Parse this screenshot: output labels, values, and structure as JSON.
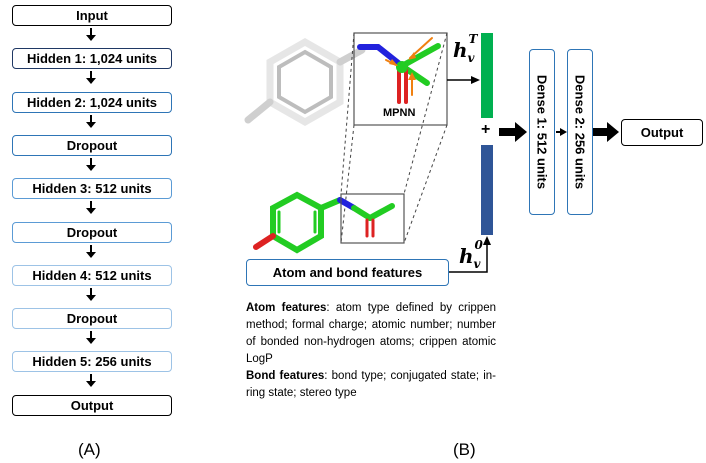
{
  "panel_a": {
    "label": "(A)",
    "layers": [
      {
        "label": "Input",
        "style": "b0"
      },
      {
        "label": "Hidden 1: 1,024 units",
        "style": "b1"
      },
      {
        "label": "Hidden 2: 1,024 units",
        "style": "b2"
      },
      {
        "label": "Dropout",
        "style": "b2"
      },
      {
        "label": "Hidden 3: 512 units",
        "style": "b3"
      },
      {
        "label": "Dropout",
        "style": "b3"
      },
      {
        "label": "Hidden 4: 512 units",
        "style": "b4"
      },
      {
        "label": "Dropout",
        "style": "b4"
      },
      {
        "label": "Hidden 5: 256 units",
        "style": "b4"
      },
      {
        "label": "Output",
        "style": "b0"
      }
    ]
  },
  "panel_b": {
    "label": "(B)",
    "mpnn_label": "MPNN",
    "ht_base": "h",
    "ht_sub": "v",
    "ht_sup": "T",
    "h0_base": "h",
    "h0_sub": "v",
    "h0_sup": "0",
    "plus": "+",
    "atom_bond_box": "Atom and bond features",
    "dense1": "Dense 1: 512 units",
    "dense2": "Dense 2: 256 units",
    "output": "Output",
    "atom_features_title": "Atom features",
    "atom_features_text": ": atom type defined by crippen method; formal charge; atomic number; number of bonded non-hydrogen atoms; crippen atomic LogP",
    "bond_features_title": "Bond features",
    "bond_features_text": ": bond type; conjugated state; in-ring state; stereo type"
  },
  "colors": {
    "green_bar": "#00b050",
    "blue_bar": "#2f5597",
    "box_border": "#2e75b6",
    "carbon_green": "#22cc22",
    "nitrogen_blue": "#2222dd",
    "oxygen_red": "#dd2222",
    "arrow_orange": "#f08010"
  }
}
